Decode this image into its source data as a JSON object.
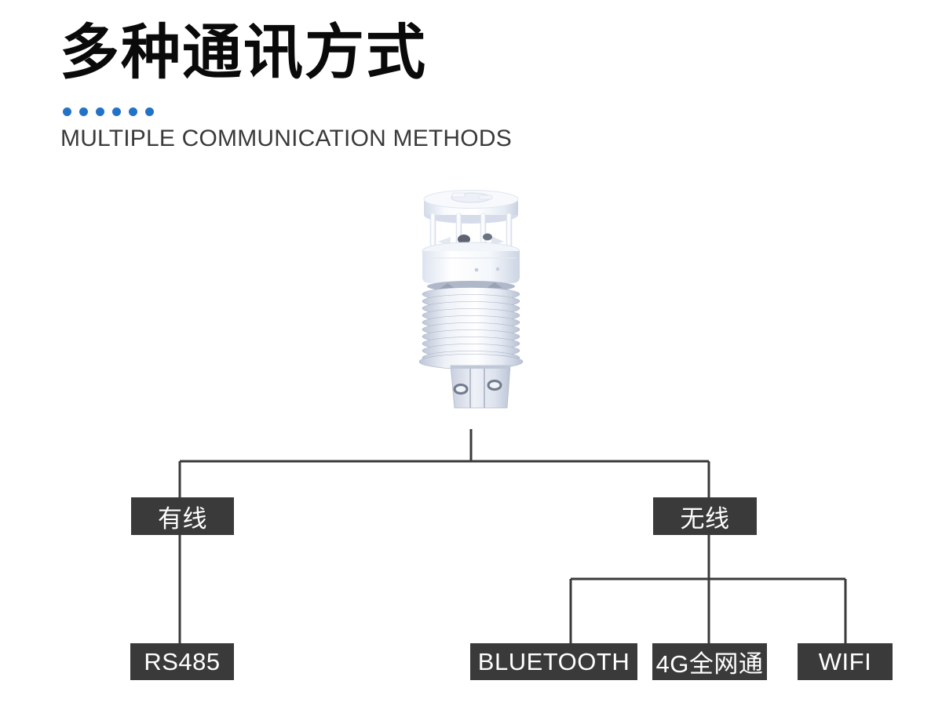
{
  "header": {
    "title": "多种通讯方式",
    "subtitle": "MULTIPLE COMMUNICATION METHODS",
    "accent_dot_count": 6
  },
  "icons": {
    "product_image": "ultrasonic-weather-station-sensor"
  },
  "colors": {
    "background": "#ffffff",
    "title_text": "#0a0a0a",
    "subtitle_text": "#3a3a3a",
    "accent_blue": "#2272c8",
    "node_background": "#3a3a3a",
    "node_text": "#ffffff",
    "connector_line": "#3a3a3a"
  },
  "tree": {
    "branches": [
      {
        "label": "有线",
        "children": [
          "RS485"
        ]
      },
      {
        "label": "无线",
        "children": [
          "BLUETOOTH",
          "4G全网通",
          "WIFI"
        ]
      }
    ]
  }
}
